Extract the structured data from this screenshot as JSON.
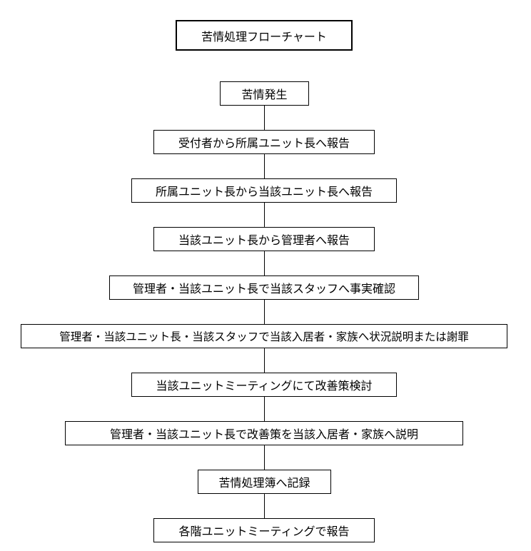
{
  "title": "苦情処理フローチャート",
  "steps": [
    "苦情発生",
    "受付者から所属ユニット長へ報告",
    "所属ユニット長から当該ユニット長へ報告",
    "当該ユニット長から管理者へ報告",
    "管理者・当該ユニット長で当該スタッフへ事実確認",
    "管理者・当該ユニット長・当該スタッフで当該入居者・家族へ状況説明または謝罪",
    "当該ユニットミーティングにて改善策検討",
    "管理者・当該ユニット長で改善策を当該入居者・家族へ説明",
    "苦情処理簿へ記録",
    "各階ユニットミーティングで報告"
  ]
}
